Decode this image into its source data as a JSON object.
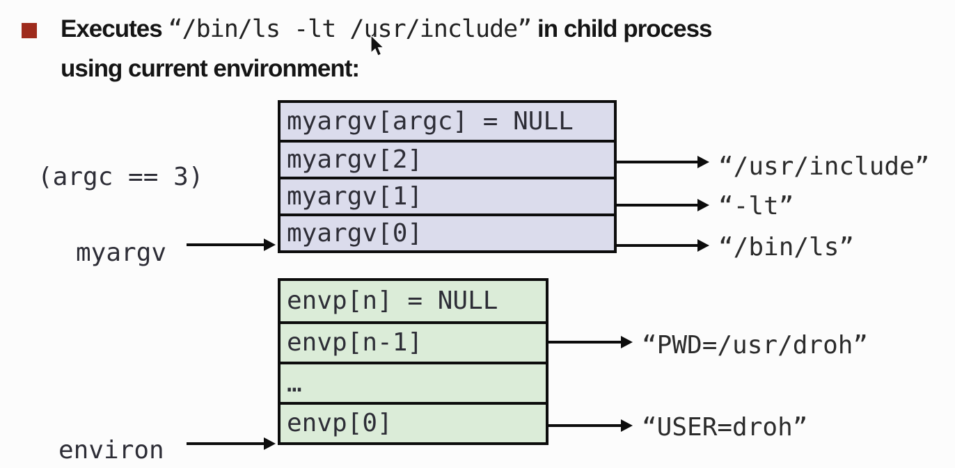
{
  "slide": {
    "background": "#fcfcfc",
    "bullet_color": "#9e2b1c",
    "title_line1_prefix": "Executes ",
    "title_line1_code": "“/bin/ls -lt /usr/include”",
    "title_line1_suffix": " in child process",
    "title_line2": "using current environment:"
  },
  "argv_block": {
    "fill": "#dbdcec",
    "border_color": "#0c0c0c",
    "annotation": "(argc == 3)",
    "pointer_label": "myargv",
    "rows": [
      {
        "label": "myargv[argc] = NULL"
      },
      {
        "label": "myargv[2]",
        "value": "“/usr/include”"
      },
      {
        "label": "myargv[1]",
        "value": "“-lt”"
      },
      {
        "label": "myargv[0]",
        "value": "“/bin/ls”"
      }
    ]
  },
  "env_block": {
    "fill": "#dbecd8",
    "border_color": "#0c0c0c",
    "pointer_label": "environ",
    "rows": [
      {
        "label": "envp[n] = NULL"
      },
      {
        "label": "envp[n-1]",
        "value": "“PWD=/usr/droh”"
      },
      {
        "label": "…"
      },
      {
        "label": "envp[0]",
        "value": "“USER=droh”"
      }
    ]
  }
}
